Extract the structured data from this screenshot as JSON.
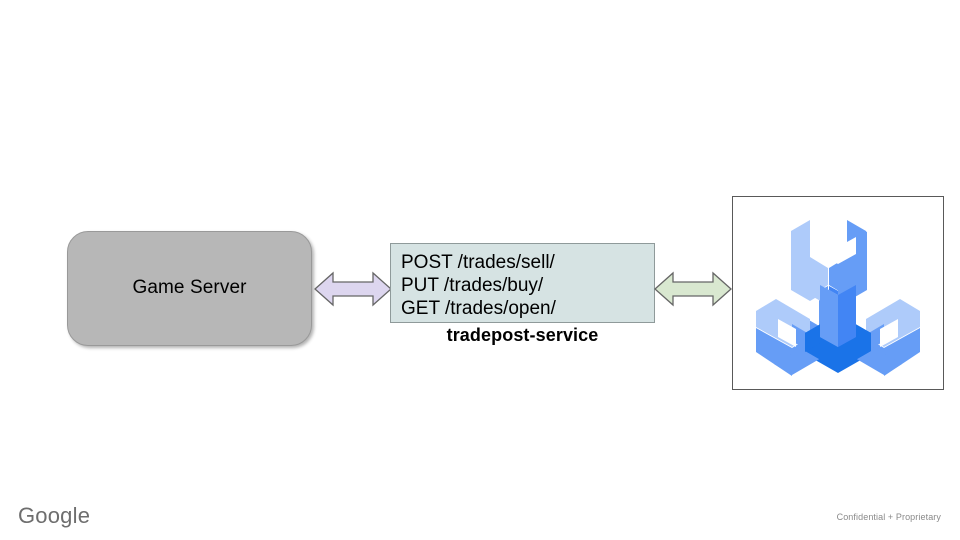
{
  "slide": {
    "background_color": "#ffffff"
  },
  "game_server": {
    "label": "Game Server",
    "fill_color": "#b7b7b7",
    "border_color": "#999999"
  },
  "arrows": {
    "left": {
      "name": "bidirectional-arrow-purple",
      "fill_color": "#ddd6ef",
      "stroke_color": "#666666"
    },
    "right": {
      "name": "bidirectional-arrow-green",
      "fill_color": "#d9e8d0",
      "stroke_color": "#666666"
    }
  },
  "service": {
    "endpoints_text": "POST /trades/sell/\nPUT /trades/buy/\nGET /trades/open/",
    "endpoints": [
      {
        "method": "POST",
        "path": "/trades/sell/"
      },
      {
        "method": "PUT",
        "path": "/trades/buy/"
      },
      {
        "method": "GET",
        "path": "/trades/open/"
      }
    ],
    "caption": "tradepost-service",
    "fill_color": "#d6e3e3",
    "border_color": "#8f9a9a"
  },
  "logo": {
    "name": "google-cloud-tools-wrench-logo",
    "frame_border_color": "#595959",
    "colors": {
      "light": "#aecbfa",
      "medium": "#669df6",
      "dark": "#1a73e8",
      "mid_dark": "#4285f4"
    }
  },
  "footer": {
    "brand": "Google",
    "brand_color": "#6e6e6e",
    "confidentiality": "Confidential + Proprietary",
    "confidentiality_color": "#8a8a8a"
  }
}
